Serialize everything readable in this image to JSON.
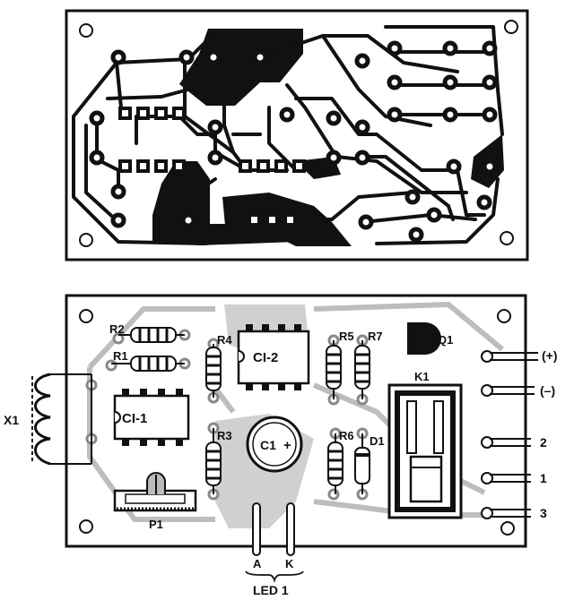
{
  "components": {
    "ci1": "CI-1",
    "ci2": "CI-2",
    "c1": "C1",
    "c1_plus": "+",
    "r1": "R1",
    "r2": "R2",
    "r3": "R3",
    "r4": "R4",
    "r5": "R5",
    "r6": "R6",
    "r7": "R7",
    "d1": "D1",
    "q1": "Q1",
    "k1": "K1",
    "p1": "P1",
    "x1": "X1"
  },
  "terminals": {
    "plus": "(+)",
    "minus": "(–)",
    "t2": "2",
    "t1": "1",
    "t3": "3"
  },
  "led": {
    "anode": "A",
    "cathode": "K",
    "name": "LED 1"
  }
}
